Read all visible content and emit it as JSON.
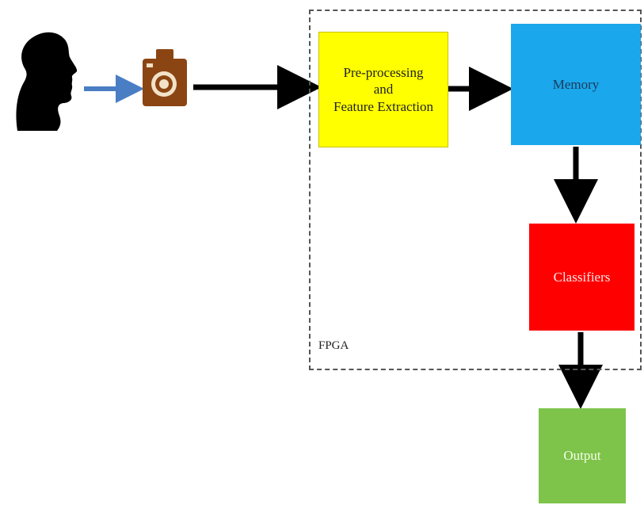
{
  "diagram": {
    "fpga_label": "FPGA",
    "blocks": {
      "preprocessing": {
        "line1": "Pre-processing",
        "line2": "and",
        "line3": "Feature Extraction"
      },
      "memory": "Memory",
      "classifier": "Classifiers",
      "output": "Output"
    },
    "icons": {
      "person": "person-head-silhouette-icon",
      "camera": "camera-icon"
    },
    "colors": {
      "preprocessing": "#ffff00",
      "memory": "#1aa7ec",
      "classifier": "#ff0000",
      "output": "#7ec34a",
      "camera": "#8b4513",
      "person_to_camera_arrow": "#4a7ec4",
      "flow_arrow": "#000000",
      "fpga_border": "#555555"
    }
  }
}
